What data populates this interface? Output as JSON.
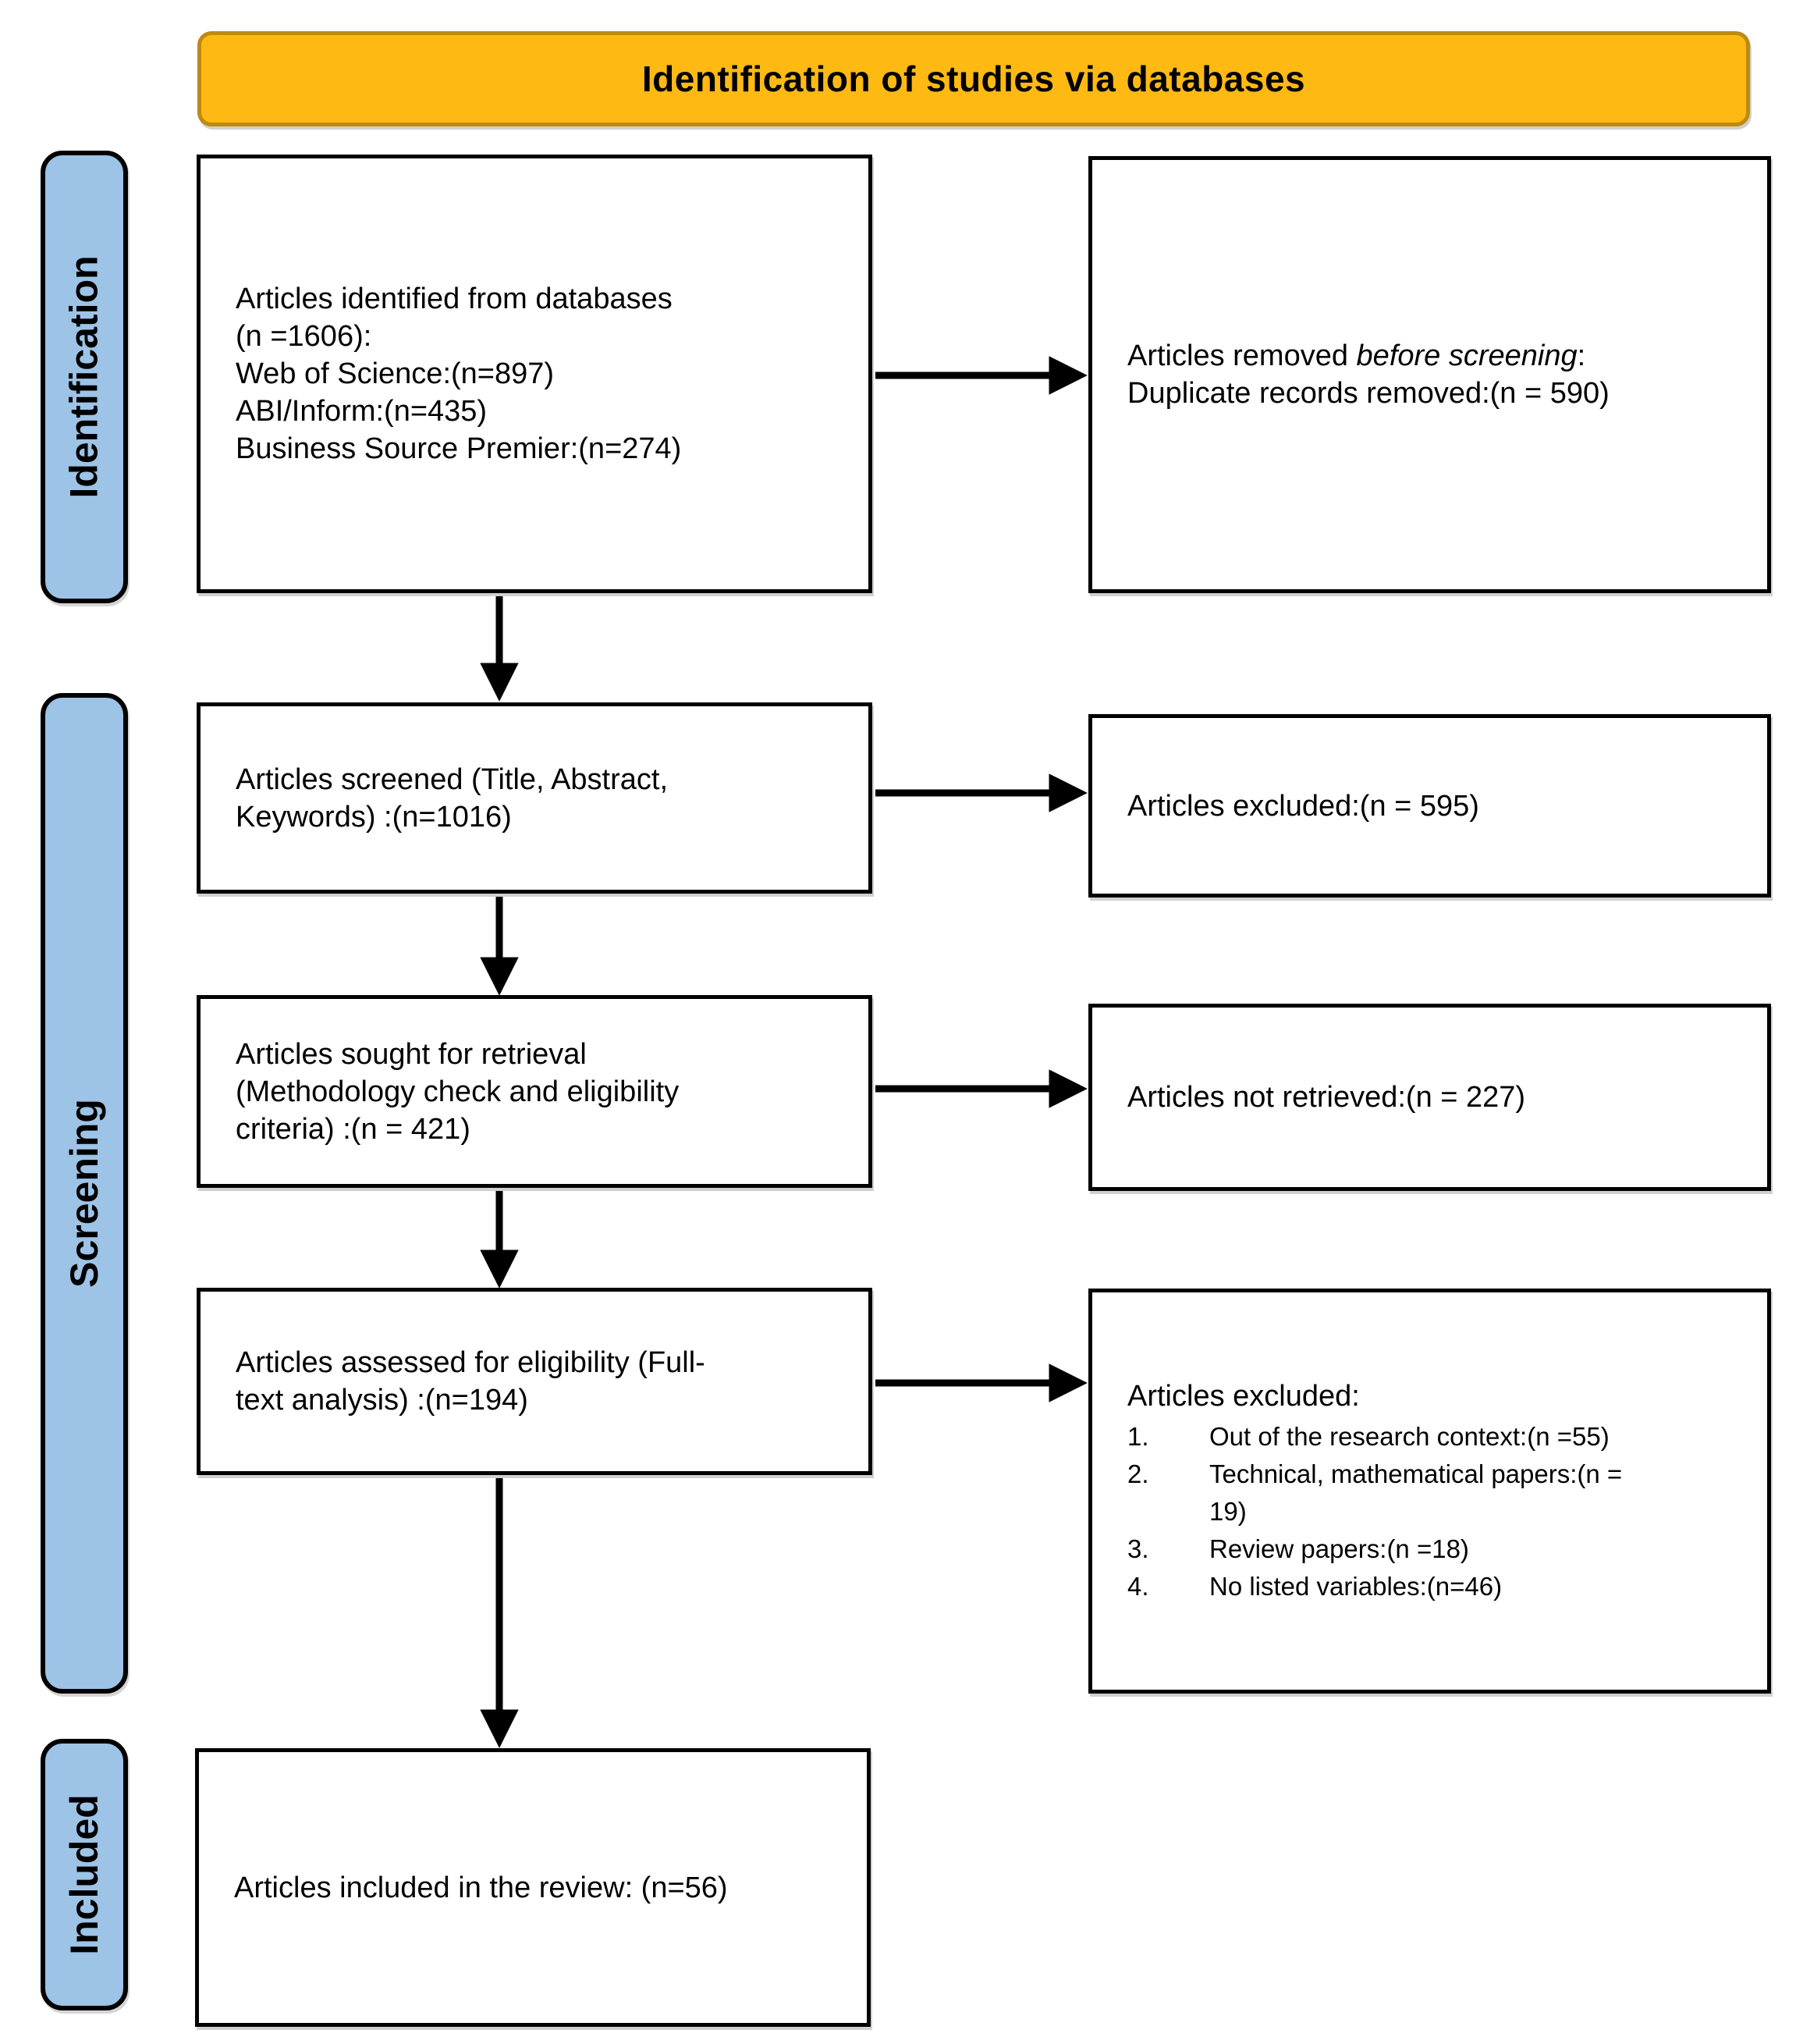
{
  "header": {
    "title": "Identification of studies via databases"
  },
  "sidebar": {
    "identification": "Identification",
    "screening": "Screening",
    "included": "Included"
  },
  "boxes": {
    "identified": {
      "lines": [
        "Articles identified from databases",
        "(n =1606):",
        "Web of Science:(n=897)",
        "ABI/Inform:(n=435)",
        "Business Source Premier:(n=274)"
      ]
    },
    "removed": {
      "prefix": "Articles removed ",
      "italic": "before screening",
      "suffix": ":",
      "line2": "Duplicate records removed:(n = 590)"
    },
    "screened": {
      "lines": [
        "Articles screened (Title, Abstract,",
        "Keywords) :(n=1016)"
      ]
    },
    "excluded_screening": {
      "text": "Articles excluded:(n = 595)"
    },
    "sought": {
      "lines": [
        "Articles sought for retrieval",
        "(Methodology check and eligibility",
        "criteria) :(n = 421)"
      ]
    },
    "not_retrieved": {
      "text": "Articles not retrieved:(n = 227)"
    },
    "assessed": {
      "lines": [
        "Articles assessed for eligibility (Full-",
        "text analysis) :(n=194)"
      ]
    },
    "excluded_eligibility": {
      "title": "Articles excluded:",
      "items": [
        {
          "num": "1.",
          "text": "Out of the research context:(n =55)"
        },
        {
          "num": "2.",
          "text": "Technical, mathematical papers:(n =\n19)"
        },
        {
          "num": "3.",
          "text": "Review papers:(n =18)"
        },
        {
          "num": "4.",
          "text": "No listed variables:(n=46)"
        }
      ]
    },
    "included": {
      "text": "Articles included in the review: (n=56)"
    }
  },
  "colors": {
    "header_bg": "#FEB913",
    "header_border": "#BE8A10",
    "stage_bg": "#9DC3E6",
    "box_border": "#000000",
    "arrow": "#000000"
  }
}
